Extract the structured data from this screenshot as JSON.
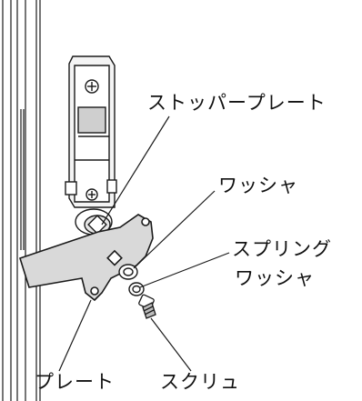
{
  "labels": {
    "stopper_plate": "ストッパープレート",
    "washer": "ワッシャ",
    "spring_washer_line1": "スプリング",
    "spring_washer_line2": "ワッシャ",
    "plate": "プレート",
    "screw": "スクリュ"
  },
  "colors": {
    "line": "#1a1a1a",
    "plate_fill": "#d9d9d9",
    "bracket_fill": "#f4f4f4",
    "shadow": "#bdbdbd"
  }
}
